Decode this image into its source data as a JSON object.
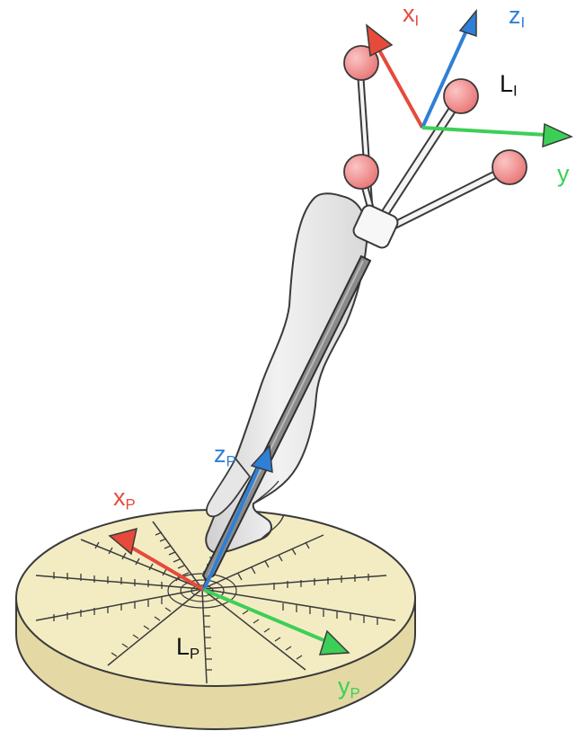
{
  "colors": {
    "x_axis": "#e64a3b",
    "y_axis": "#3ccf57",
    "z_axis": "#2f7fd6",
    "marker": "#f08a8a",
    "disc": "#f3ecc3",
    "disc_edge": "#d8cf9c",
    "hand": "#e9e9e9",
    "tool": "#7c7c7c"
  },
  "labels": {
    "x_instrument": {
      "base": "x",
      "sub": "I"
    },
    "z_instrument": {
      "base": "z",
      "sub": "I"
    },
    "frame_instrument": {
      "base": "L",
      "sub": "I"
    },
    "y_instrument": {
      "base": "y",
      "sub": ""
    },
    "x_phantom": {
      "base": "x",
      "sub": "P"
    },
    "z_phantom": {
      "base": "z",
      "sub": "P"
    },
    "frame_phantom": {
      "base": "L",
      "sub": "P"
    },
    "y_phantom": {
      "base": "y",
      "sub": "P"
    }
  }
}
